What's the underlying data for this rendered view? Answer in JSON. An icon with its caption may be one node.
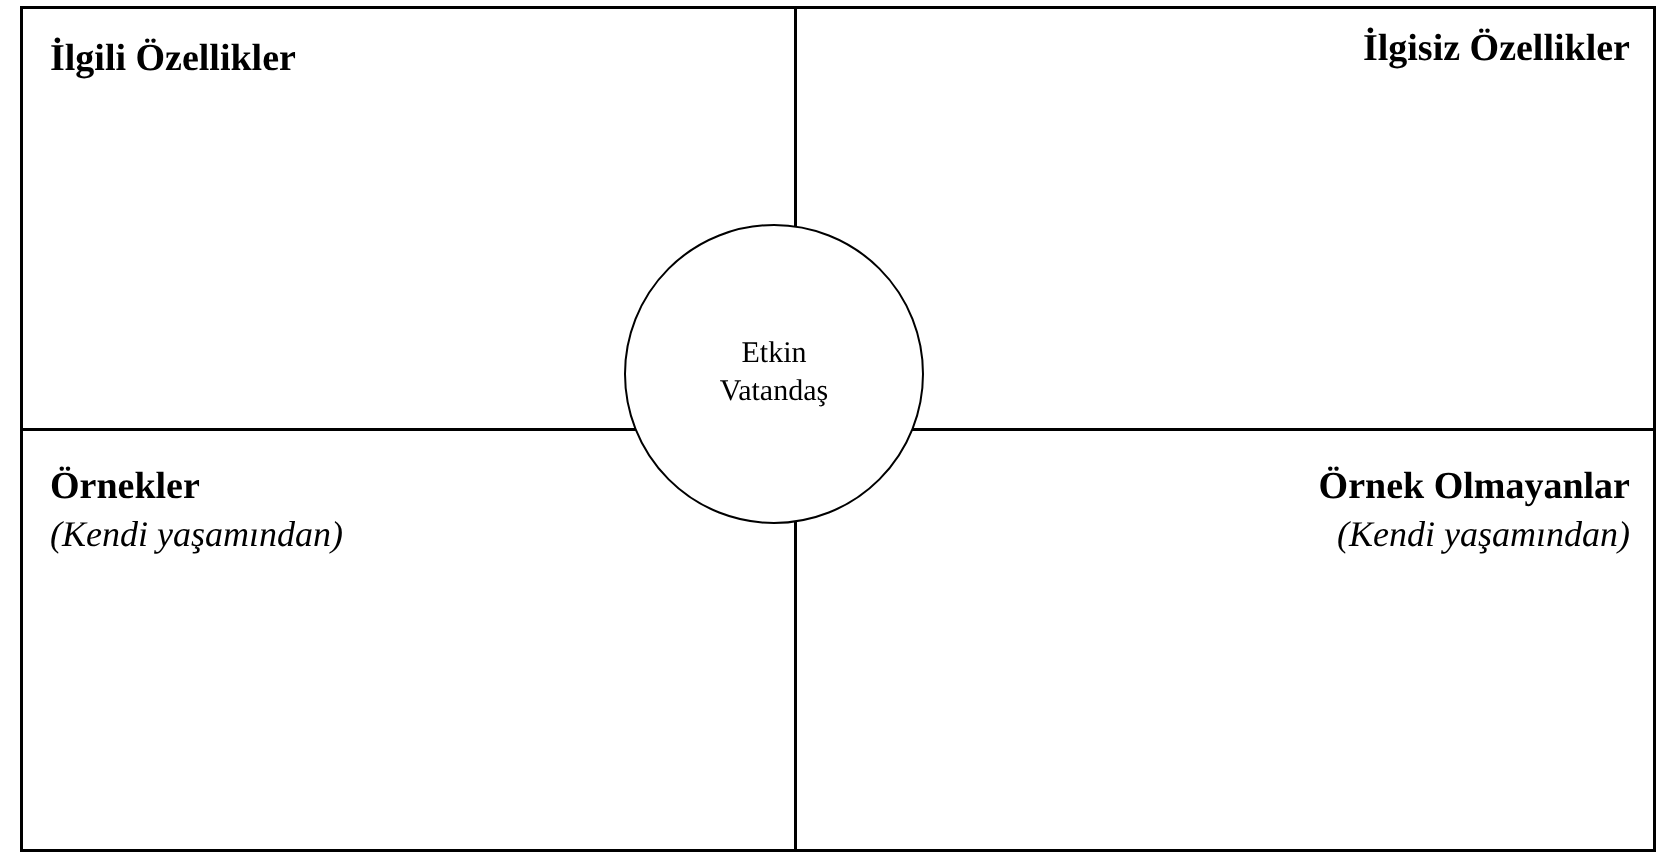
{
  "diagram": {
    "nodes": [
      {
        "text": [
          "İlgili Özellikler"
        ]
      },
      {
        "text": [
          "İlgisiz Özellikler"
        ]
      },
      {
        "text": [
          "Etkin Vatandaş"
        ]
      },
      {
        "text": [
          "Örnekler",
          "(Kendi yaşamından)"
        ]
      },
      {
        "text": [
          "Örnek Olmayanlar",
          "(Kendi yaşamından)"
        ]
      }
    ]
  }
}
